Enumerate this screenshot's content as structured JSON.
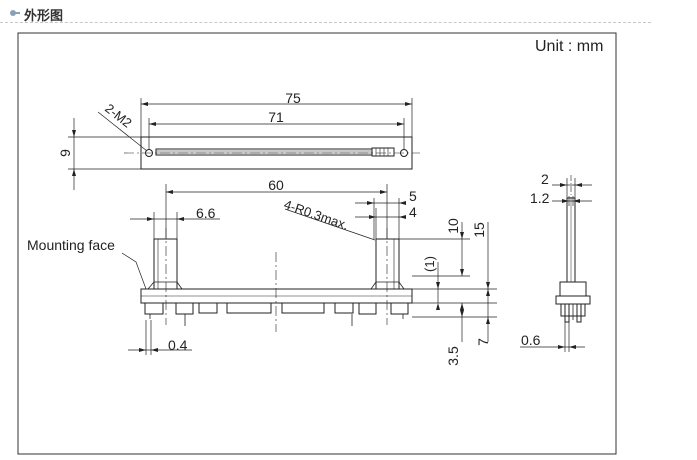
{
  "header": {
    "title": "外形图",
    "corner_text": ""
  },
  "drawing": {
    "unit_label": "Unit : mm",
    "dims": {
      "d75": "75",
      "d71": "71",
      "d9": "9",
      "d2m2": "2-M2",
      "d60": "60",
      "d5": "5",
      "d4": "4",
      "d66": "6.6",
      "r03": "4-R0.3max.",
      "d10": "10",
      "d15": "15",
      "d1": "(1)",
      "d7": "7",
      "d35": "3.5",
      "d04": "0.4",
      "d2": "2",
      "d12": "1.2",
      "d06": "0.6"
    },
    "mounting_face": "Mounting face"
  }
}
